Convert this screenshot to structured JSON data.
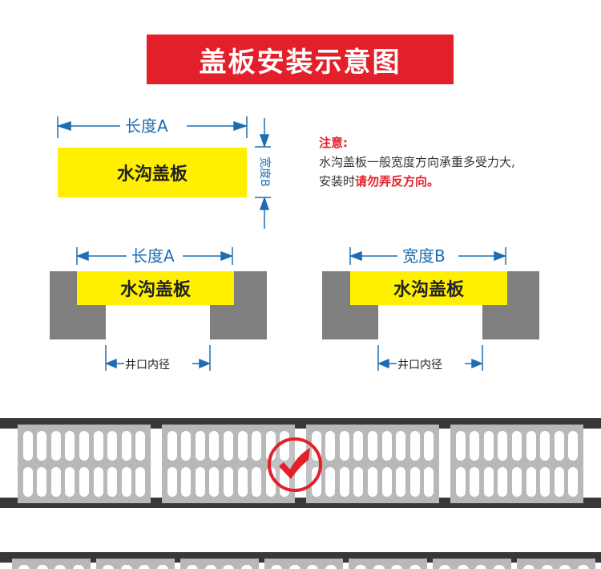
{
  "title": "盖板安装示意图",
  "top_diagram": {
    "length_label": "长度A",
    "width_label": "宽度B",
    "plate_label": "水沟盖板"
  },
  "note": {
    "heading": "注意:",
    "line1": "水沟盖板一般宽度方向承重多受力大,",
    "line2_prefix": "安装时",
    "line2_warning": "请勿弄反方向。"
  },
  "left_diagram": {
    "dimension_label": "长度A",
    "plate_label": "水沟盖板",
    "opening_label": "井口内径"
  },
  "right_diagram": {
    "dimension_label": "宽度B",
    "plate_label": "水沟盖板",
    "opening_label": "井口内径"
  },
  "correct_icon": "check-circle-icon",
  "colors": {
    "accent": "#e3202a",
    "plate": "#fff000",
    "dimension": "#1e6db3"
  }
}
